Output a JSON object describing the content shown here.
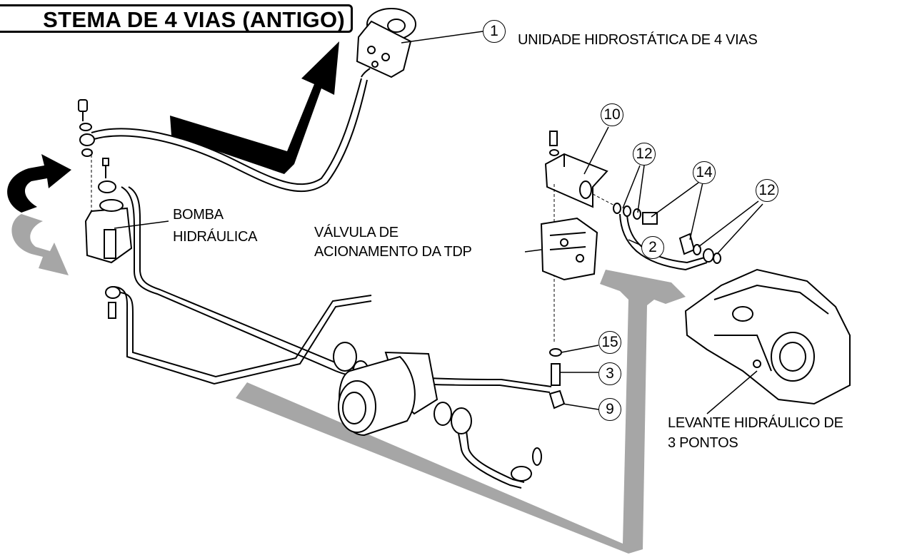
{
  "title": "STEMA DE 4 VIAS (ANTIGO)",
  "labels": {
    "unit": "UNIDADE HIDROSTÁTICA DE 4 VIAS",
    "pump_line1": "BOMBA",
    "pump_line2": "HIDRÁULICA",
    "valve_line1": "VÁLVULA DE",
    "valve_line2": "ACIONAMENTO DA TDP",
    "lift_line1": "LEVANTE HIDRÁULICO DE",
    "lift_line2": "3 PONTOS"
  },
  "callouts": [
    "1",
    "10",
    "12",
    "14",
    "12",
    "2",
    "15",
    "3",
    "9"
  ],
  "colors": {
    "arrow_dark": "#000000",
    "arrow_grey": "#a6a6a6",
    "line": "#000000"
  }
}
